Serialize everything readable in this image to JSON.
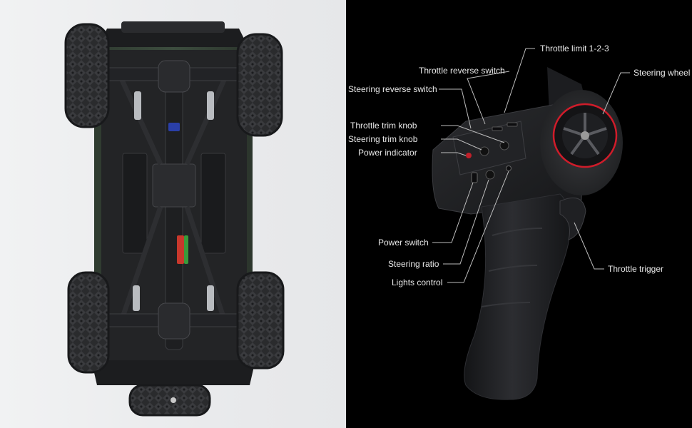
{
  "photos": {
    "left": {
      "subject": "rc-crawler-chassis-underside"
    },
    "right": {
      "subject": "transmitter-pistol-grip"
    }
  },
  "callouts": [
    {
      "id": "throttle-limit",
      "label": "Throttle limit 1-2-3"
    },
    {
      "id": "throttle-reverse-switch",
      "label": "Throttle reverse switch"
    },
    {
      "id": "steering-wheel",
      "label": "Steering wheel"
    },
    {
      "id": "steering-reverse-switch",
      "label": "Steering reverse switch"
    },
    {
      "id": "throttle-trim-knob",
      "label": "Throttle trim knob"
    },
    {
      "id": "steering-trim-knob",
      "label": "Steering trim knob"
    },
    {
      "id": "power-indicator",
      "label": "Power indicator"
    },
    {
      "id": "power-switch",
      "label": "Power switch"
    },
    {
      "id": "steering-ratio",
      "label": "Steering ratio"
    },
    {
      "id": "lights-control",
      "label": "Lights control"
    },
    {
      "id": "throttle-trigger",
      "label": "Throttle trigger"
    }
  ],
  "colors": {
    "left_background": "#eceded",
    "right_background": "#000000",
    "body_green": "#3b4a3c",
    "label_text": "#e8e8e8",
    "wheel_accent_red": "#d01c2a",
    "indicator_red": "#c0202a"
  }
}
